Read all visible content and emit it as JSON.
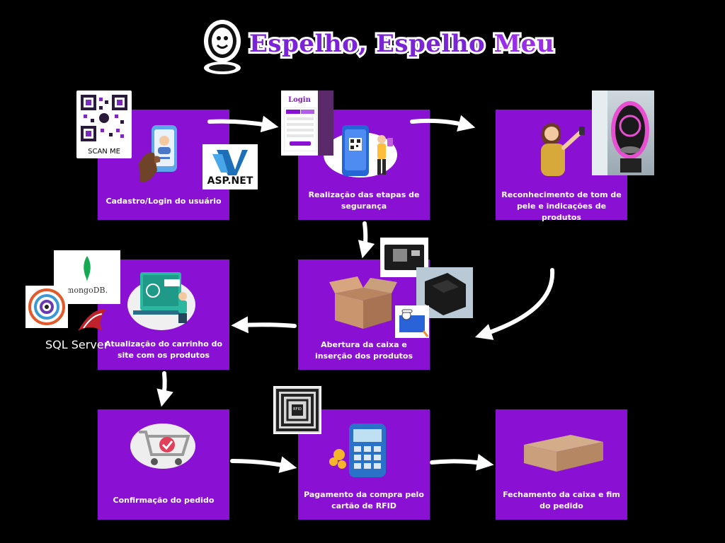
{
  "title": {
    "part1": "Espelho, Espelho",
    "part2": "Meu"
  },
  "qr_label": "SCAN ME",
  "aspnet_label": "ASP.NET",
  "login_label": "Login",
  "rfid_label": "RFID",
  "mongodb_label": "mongoDB.",
  "sqlserver_label": "SQL Server",
  "steps": [
    {
      "label": "Cadastro/Login do usuário"
    },
    {
      "label": "Realização das etapas de segurança"
    },
    {
      "label": "Reconhecimento de tom de pele e indicações de produtos"
    },
    {
      "label": "Atualização do carrinho do site com os produtos"
    },
    {
      "label": "Abertura da caixa e inserção dos produtos"
    },
    {
      "label": "Confirmação do pedido"
    },
    {
      "label": "Pagamento da compra pelo cartão de RFID"
    },
    {
      "label": "Fechamento da caixa e fim do pedido"
    }
  ],
  "colors": {
    "box": "#8a10d4",
    "background": "#000000",
    "arrow": "#ffffff"
  }
}
